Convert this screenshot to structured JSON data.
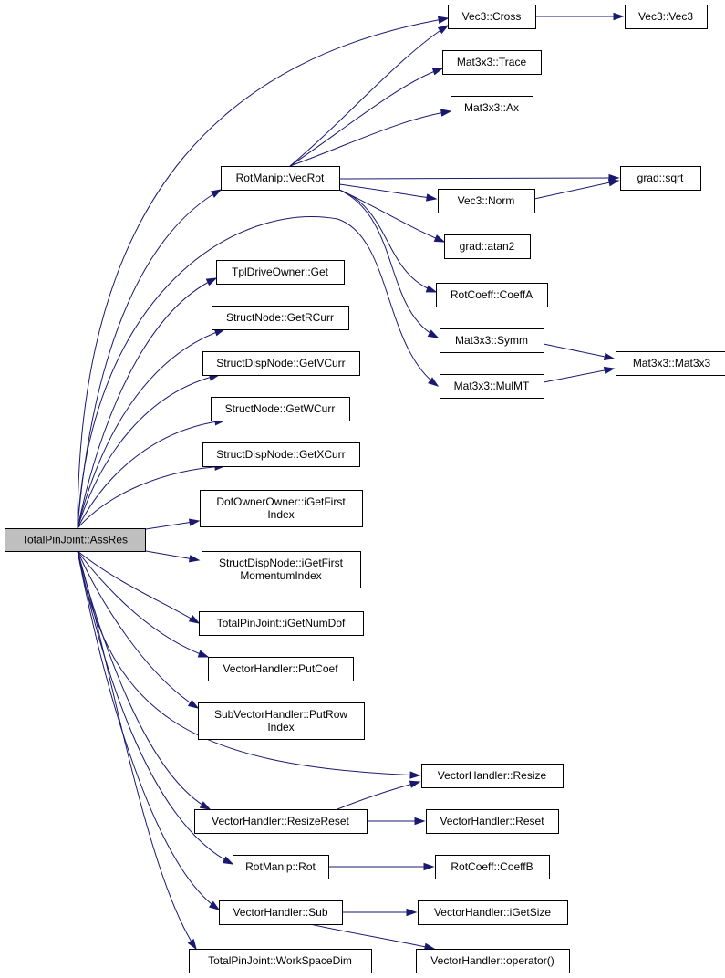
{
  "nodes": {
    "root": [
      "TotalPinJoint::AssRes"
    ],
    "vecrot": [
      "RotManip::VecRot"
    ],
    "tpldrive": [
      "TplDriveOwner::Get"
    ],
    "getrcurr": [
      "StructNode::GetRCurr"
    ],
    "getvcurr": [
      "StructDispNode::GetVCurr"
    ],
    "getwcurr": [
      "StructNode::GetWCurr"
    ],
    "getxcurr": [
      "StructDispNode::GetXCurr"
    ],
    "dofowner": [
      "DofOwnerOwner::iGetFirst",
      "Index"
    ],
    "momentum": [
      "StructDispNode::iGetFirst",
      "MomentumIndex"
    ],
    "numdof": [
      "TotalPinJoint::iGetNumDof"
    ],
    "putcoef": [
      "VectorHandler::PutCoef"
    ],
    "putrow": [
      "SubVectorHandler::PutRow",
      "Index"
    ],
    "resize": [
      "VectorHandler::Resize"
    ],
    "resizereset": [
      "VectorHandler::ResizeReset"
    ],
    "reset": [
      "VectorHandler::Reset"
    ],
    "rot": [
      "RotManip::Rot"
    ],
    "coeffb": [
      "RotCoeff::CoeffB"
    ],
    "sub": [
      "VectorHandler::Sub"
    ],
    "igetsize": [
      "VectorHandler::iGetSize"
    ],
    "operator": [
      "VectorHandler::operator()"
    ],
    "workspace": [
      "TotalPinJoint::WorkSpaceDim"
    ],
    "cross": [
      "Vec3::Cross"
    ],
    "vec3": [
      "Vec3::Vec3"
    ],
    "trace": [
      "Mat3x3::Trace"
    ],
    "ax": [
      "Mat3x3::Ax"
    ],
    "sqrt": [
      "grad::sqrt"
    ],
    "norm": [
      "Vec3::Norm"
    ],
    "atan2": [
      "grad::atan2"
    ],
    "coeffa": [
      "RotCoeff::CoeffA"
    ],
    "symm": [
      "Mat3x3::Symm"
    ],
    "mat3x3": [
      "Mat3x3::Mat3x3"
    ],
    "mulmt": [
      "Mat3x3::MulMT"
    ]
  }
}
